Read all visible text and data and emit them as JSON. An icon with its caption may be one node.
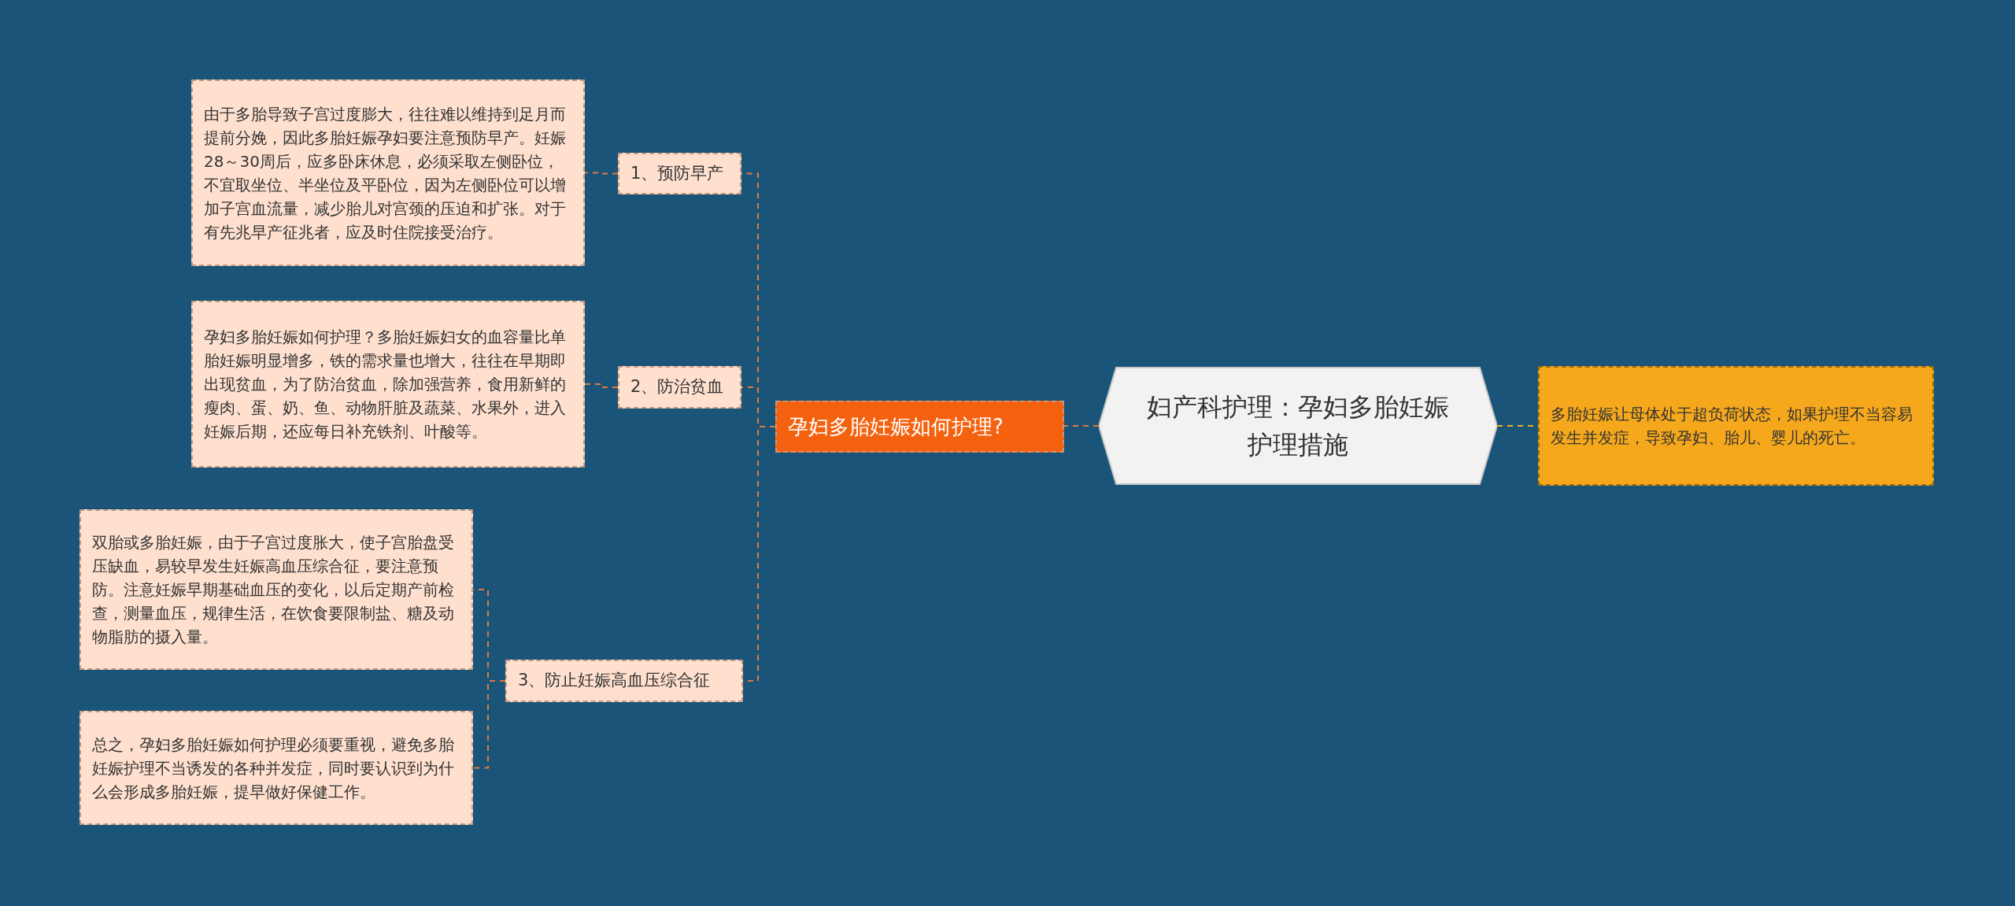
{
  "diagram": {
    "nodes": [
      {
        "text": [
          "妇产科护理：孕妇多胎妊娠护理措施"
        ]
      },
      {
        "text": [
          "多胎妊娠让母体处于超负荷状态，如果护理不当容易发生并发症，导致孕妇、胎儿、婴儿的死亡。"
        ]
      },
      {
        "text": [
          "孕妇多胎妊娠如何护理?"
        ]
      },
      {
        "text": [
          "1、预防早产"
        ]
      },
      {
        "text": [
          "2、防治贫血"
        ]
      },
      {
        "text": [
          "3、防止妊娠高血压综合征"
        ]
      },
      {
        "text": [
          "由于多胎导致子宫过度膨大，往往难以维持到足月而提前分娩，因此多胎妊娠孕妇要注意预防早产。妊娠28～30周后，应多卧床休息，必须采取左侧卧位，不宜取坐位、半坐位及平卧位，因为左侧卧位可以增加子宫血流量，减少胎儿对宫颈的压迫和扩张。对于有先兆早产征兆者，应及时住院接受治疗。"
        ]
      },
      {
        "text": [
          "孕妇多胎妊娠如何护理？多胎妊娠妇女的血容量比单胎妊娠明显增多，铁的需求量也增大，往往在早期即出现贫血，为了防治贫血，除加强营养，食用新鲜的瘦肉、蛋、奶、鱼、动物肝脏及蔬菜、水果外，进入妊娠后期，还应每日补充铁剂、叶酸等。"
        ]
      },
      {
        "text": [
          "双胎或多胎妊娠，由于子宫过度胀大，使子宫胎盘受压缺血，易较早发生妊娠高血压综合征，要注意预防。注意妊娠早期基础血压的变化，以后定期产前检查，测量血压，规律生活，在饮食要限制盐、糖及动物脂肪的摄入量。"
        ]
      },
      {
        "text": [
          "总之，孕妇多胎妊娠如何护理必须要重视，避免多胎妊娠护理不当诱发的各种并发症，同时要认识到为什么会形成多胎妊娠，提早做好保健工作。"
        ]
      }
    ],
    "edges": [
      {
        "from": 0,
        "to": 2,
        "arrow": "none",
        "style": "dashed"
      },
      {
        "from": 0,
        "to": 1,
        "arrow": "none",
        "style": "dashed",
        "color": "#e8b020"
      },
      {
        "from": 2,
        "to": 3,
        "arrow": "none",
        "style": "dashed"
      },
      {
        "from": 2,
        "to": 4,
        "arrow": "none",
        "style": "dashed"
      },
      {
        "from": 2,
        "to": 5,
        "arrow": "none",
        "style": "dashed"
      },
      {
        "from": 3,
        "to": 6,
        "arrow": "none",
        "style": "dashed"
      },
      {
        "from": 4,
        "to": 7,
        "arrow": "none",
        "style": "dashed"
      },
      {
        "from": 5,
        "to": 8,
        "arrow": "none",
        "style": "dashed"
      },
      {
        "from": 5,
        "to": 9,
        "arrow": "none",
        "style": "dashed"
      }
    ]
  }
}
